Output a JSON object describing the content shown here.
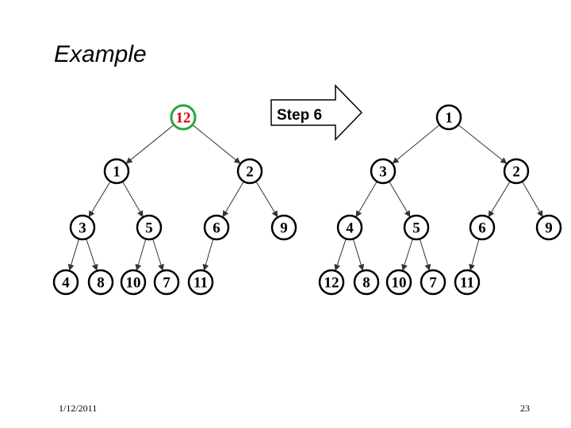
{
  "slide": {
    "title": "Example",
    "date": "1/12/2011",
    "page_number": "23"
  },
  "step_arrow": {
    "label": "Step 6"
  },
  "colors": {
    "node_stroke": "#000000",
    "highlight_ring": "#2aa63a",
    "highlight_text": "#e00000",
    "edge": "#333333"
  },
  "trees": [
    {
      "name": "before",
      "highlighted_node": 0,
      "nodes": [
        {
          "id": 0,
          "label": "12",
          "parent": null
        },
        {
          "id": 1,
          "label": "1",
          "parent": 0
        },
        {
          "id": 2,
          "label": "2",
          "parent": 0
        },
        {
          "id": 3,
          "label": "3",
          "parent": 1
        },
        {
          "id": 4,
          "label": "5",
          "parent": 1
        },
        {
          "id": 5,
          "label": "6",
          "parent": 2
        },
        {
          "id": 6,
          "label": "9",
          "parent": 2
        },
        {
          "id": 7,
          "label": "4",
          "parent": 3
        },
        {
          "id": 8,
          "label": "8",
          "parent": 3
        },
        {
          "id": 9,
          "label": "10",
          "parent": 4
        },
        {
          "id": 10,
          "label": "7",
          "parent": 4
        },
        {
          "id": 11,
          "label": "11",
          "parent": 5
        }
      ]
    },
    {
      "name": "after",
      "highlighted_node": null,
      "nodes": [
        {
          "id": 0,
          "label": "1",
          "parent": null
        },
        {
          "id": 1,
          "label": "3",
          "parent": 0
        },
        {
          "id": 2,
          "label": "2",
          "parent": 0
        },
        {
          "id": 3,
          "label": "4",
          "parent": 1
        },
        {
          "id": 4,
          "label": "5",
          "parent": 1
        },
        {
          "id": 5,
          "label": "6",
          "parent": 2
        },
        {
          "id": 6,
          "label": "9",
          "parent": 2
        },
        {
          "id": 7,
          "label": "12",
          "parent": 3
        },
        {
          "id": 8,
          "label": "8",
          "parent": 3
        },
        {
          "id": 9,
          "label": "10",
          "parent": 4
        },
        {
          "id": 10,
          "label": "7",
          "parent": 4
        },
        {
          "id": 11,
          "label": "11",
          "parent": 5
        }
      ]
    }
  ]
}
